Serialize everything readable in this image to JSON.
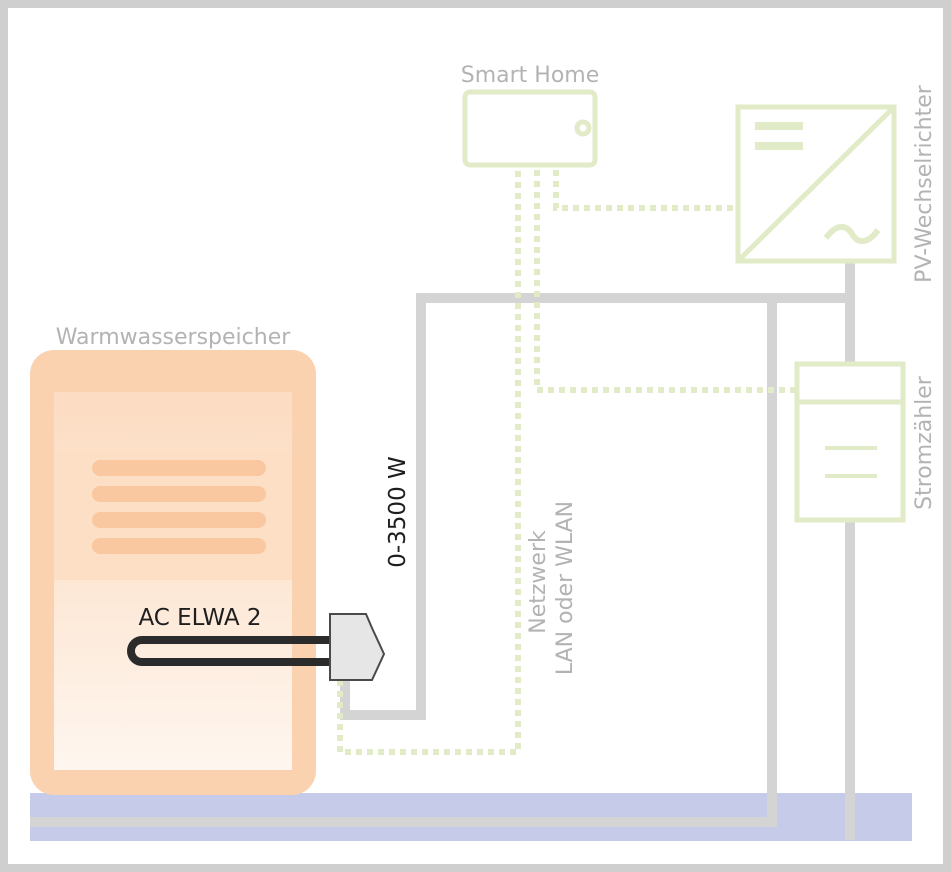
{
  "labels": {
    "smart_home": "Smart Home",
    "inverter": "PV-Wechselrichter",
    "meter": "Stromzähler",
    "storage_tank": "Warmwasserspeicher",
    "heater": "AC ELWA 2",
    "power_range": "0-3500 W",
    "network_line1": "Netzwerk",
    "network_line2": "LAN oder WLAN"
  },
  "colors": {
    "frame": "#cfcfcf",
    "power_line": "#d4d4d4",
    "network_line": "#e2ebc7",
    "device_outline": "#e2ebc7",
    "tank_outer": "#fbd2b0",
    "tank_inner_top": "#fde3cc",
    "heating_coil": "#f9c8a0",
    "heater_body": "#2b2b2b",
    "heater_housing": "#e6e6e6",
    "floor_band": "#c5cbe8",
    "label_grey": "#b3b3b3",
    "label_dark": "#1e1e1e"
  },
  "icons": {
    "tablet": "tablet-icon",
    "inverter_symbol": "dc-ac-inverter-icon",
    "meter_symbol": "electricity-meter-icon",
    "heater_element": "immersion-heater-icon"
  }
}
